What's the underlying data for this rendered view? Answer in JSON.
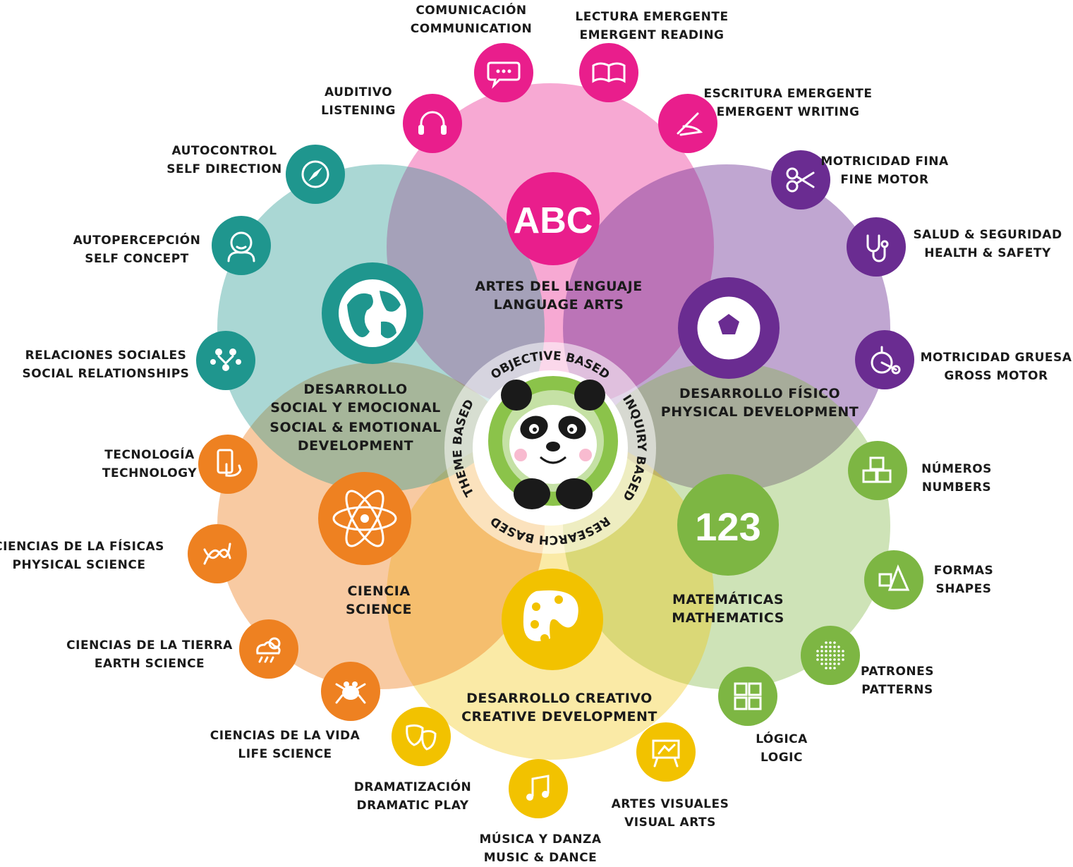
{
  "colors": {
    "language": "#e91e8c",
    "physical": "#6a2c91",
    "math": "#7db643",
    "creative": "#f2c200",
    "science": "#ee8121",
    "social": "#1f968e",
    "ring": "#ffffff",
    "panda_bg": "#8bc34a"
  },
  "approach_ring": {
    "top": "OBJECTIVE BASED",
    "right": "INQUIRY BASED",
    "bottom": "RESEARCH BASED",
    "left": "THEME BASED"
  },
  "areas": {
    "language": {
      "icon_text": "ABC",
      "line1": "ARTES DEL LENGUAJE",
      "line2": "LANGUAGE ARTS",
      "icon": "abc-icon"
    },
    "physical": {
      "line1": "DESARROLLO FÍSICO",
      "line2": "PHYSICAL DEVELOPMENT",
      "icon": "soccer-ball-icon"
    },
    "math": {
      "icon_text": "123",
      "line1": "MATEMÁTICAS",
      "line2": "MATHEMATICS",
      "icon": "123-icon"
    },
    "creative": {
      "line1": "DESARROLLO CREATIVO",
      "line2": "CREATIVE DEVELOPMENT",
      "icon": "palette-icon"
    },
    "science": {
      "line1": "CIENCIA",
      "line2": "SCIENCE",
      "icon": "atom-icon"
    },
    "social": {
      "line1": "DESARROLLO",
      "line2": "SOCIAL Y EMOCIONAL",
      "line3": "SOCIAL & EMOTIONAL",
      "line4": "DEVELOPMENT",
      "icon": "globe-icon"
    }
  },
  "subtopics": [
    {
      "id": "listening",
      "es": "AUDITIVO",
      "en": "LISTENING",
      "icon": "headphones-icon"
    },
    {
      "id": "communication",
      "es": "COMUNICACIÓN",
      "en": "COMMUNICATION",
      "icon": "chat-bubble-icon"
    },
    {
      "id": "emergent-reading",
      "es": "LECTURA EMERGENTE",
      "en": "EMERGENT READING",
      "icon": "open-book-icon"
    },
    {
      "id": "emergent-writing",
      "es": "ESCRITURA EMERGENTE",
      "en": "EMERGENT WRITING",
      "icon": "hand-writing-icon"
    },
    {
      "id": "fine-motor",
      "es": "MOTRICIDAD FINA",
      "en": "FINE MOTOR",
      "icon": "scissors-icon"
    },
    {
      "id": "health-safety",
      "es": "SALUD & SEGURIDAD",
      "en": "HEALTH & SAFETY",
      "icon": "stethoscope-icon"
    },
    {
      "id": "gross-motor",
      "es": "MOTRICIDAD GRUESA",
      "en": "GROSS MOTOR",
      "icon": "tricycle-icon"
    },
    {
      "id": "numbers",
      "es": "NÚMEROS",
      "en": "NUMBERS",
      "icon": "number-blocks-icon"
    },
    {
      "id": "shapes",
      "es": "FORMAS",
      "en": "SHAPES",
      "icon": "shapes-icon"
    },
    {
      "id": "patterns",
      "es": "PATRONES",
      "en": "PATTERNS",
      "icon": "dot-pattern-icon"
    },
    {
      "id": "logic",
      "es": "LÓGICA",
      "en": "LOGIC",
      "icon": "puzzle-icon"
    },
    {
      "id": "visual-arts",
      "es": "ARTES VISUALES",
      "en": "VISUAL ARTS",
      "icon": "easel-icon"
    },
    {
      "id": "music-dance",
      "es": "MÚSICA Y DANZA",
      "en": "MUSIC & DANCE",
      "icon": "music-notes-icon"
    },
    {
      "id": "dramatic-play",
      "es": "DRAMATIZACIÓN",
      "en": "DRAMATIC PLAY",
      "icon": "theater-masks-icon"
    },
    {
      "id": "life-science",
      "es": "CIENCIAS DE LA VIDA",
      "en": "LIFE SCIENCE",
      "icon": "frog-icon"
    },
    {
      "id": "earth-science",
      "es": "CIENCIAS DE LA TIERRA",
      "en": "EARTH SCIENCE",
      "icon": "weather-icon"
    },
    {
      "id": "physical-science",
      "es": "CIENCIAS DE LA FÍSICAS",
      "en": "PHYSICAL SCIENCE",
      "icon": "dna-icon"
    },
    {
      "id": "technology",
      "es": "TECNOLOGÍA",
      "en": "TECHNOLOGY",
      "icon": "touch-phone-icon"
    },
    {
      "id": "social-relationships",
      "es": "RELACIONES SOCIALES",
      "en": "SOCIAL RELATIONSHIPS",
      "icon": "people-network-icon"
    },
    {
      "id": "self-concept",
      "es": "AUTOPERCEPCIÓN",
      "en": "SELF CONCEPT",
      "icon": "child-face-icon"
    },
    {
      "id": "self-direction",
      "es": "AUTOCONTROL",
      "en": "SELF DIRECTION",
      "icon": "compass-icon"
    }
  ]
}
